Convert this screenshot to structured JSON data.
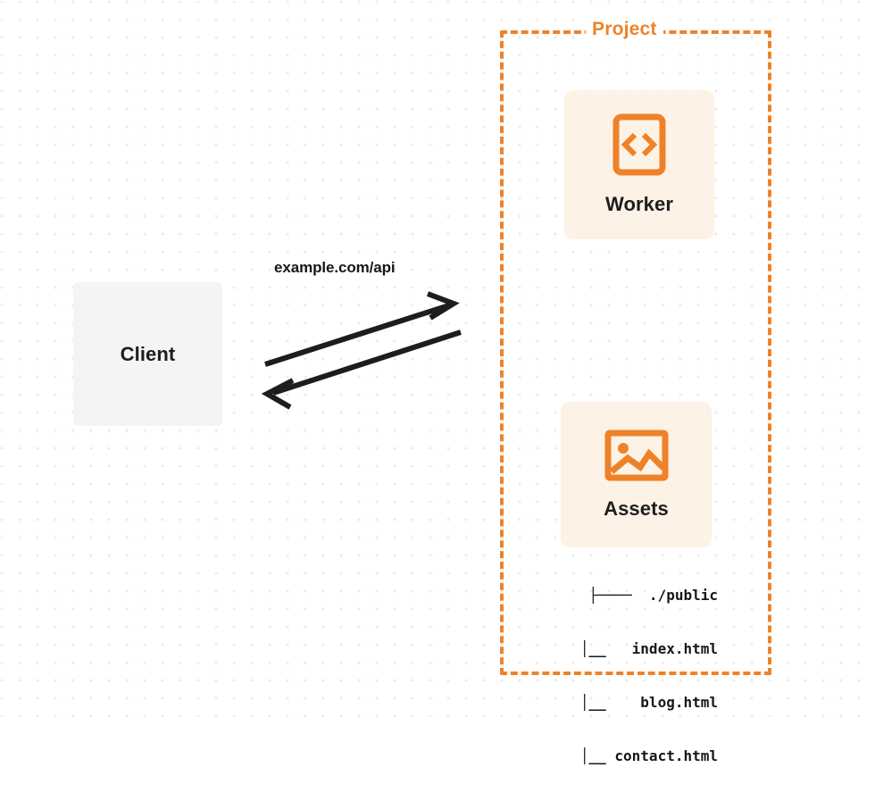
{
  "diagram": {
    "title": "Client to Project (Worker and Assets) request flow",
    "background": {
      "dot_color": "#e9e9ea",
      "canvas_color": "#ffffff"
    },
    "colors": {
      "accent_orange": "#ef8229",
      "card_background": "#fdf2e6",
      "client_background": "#f3f4f6",
      "text_dark": "#15171a"
    },
    "client": {
      "label": "Client"
    },
    "edge": {
      "label": "example.com/api",
      "direction": "bidirectional"
    },
    "project": {
      "title": "Project",
      "border_style": "dashed",
      "nodes": [
        {
          "label": "Worker",
          "icon": "code-brackets-icon"
        },
        {
          "label": "Assets",
          "icon": "image-icon"
        }
      ],
      "file_tree": [
        {
          "branch": "├──",
          "name": "./public"
        },
        {
          "branch": "│__",
          "name": "index.html"
        },
        {
          "branch": "│__",
          "name": "blog.html"
        },
        {
          "branch": "│__",
          "name": "contact.html"
        }
      ],
      "file_tree_lines": [
        "├────  ./public",
        "   │__   index.html",
        "   │__    blog.html",
        "   │__ contact.html"
      ]
    }
  }
}
